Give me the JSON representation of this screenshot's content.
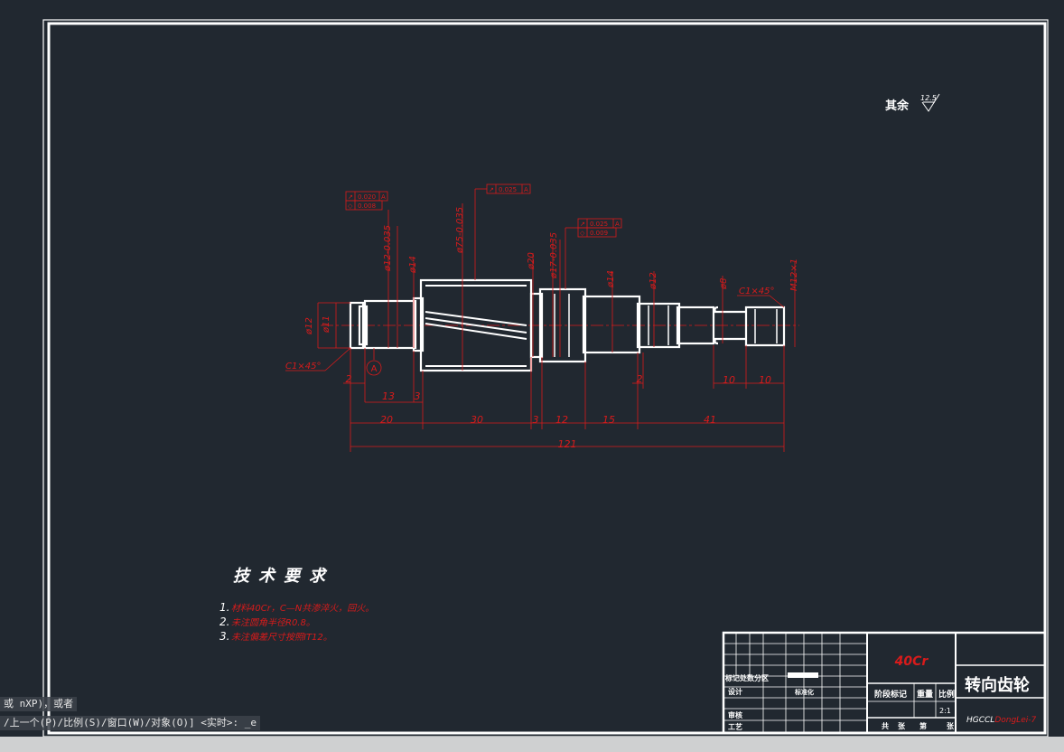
{
  "drawing": {
    "roughness_label": "其余",
    "roughness_value": "12.5",
    "tech_title": "技术要求",
    "notes": [
      {
        "num": "1.",
        "text": "材料40Cr，C—N共渗淬火，回火。"
      },
      {
        "num": "2.",
        "text": "未注圆角半径R0.8。"
      },
      {
        "num": "3.",
        "text": "未注偏差尺寸按照IT12。"
      }
    ],
    "datum_label": "A",
    "chamfer_left": "C1×45°",
    "chamfer_right": "C1×45°",
    "thread_label": "M12×1",
    "tolerance_frames": [
      {
        "sym": "↗",
        "tol": "0.020",
        "ref": "A"
      },
      {
        "sym": "◇",
        "tol": "0.008",
        "ref": ""
      },
      {
        "sym": "↗",
        "tol": "0.025",
        "ref": "A"
      },
      {
        "sym": "↗",
        "tol": "0.025",
        "ref": "A"
      },
      {
        "sym": "◇",
        "tol": "0.009",
        "ref": ""
      }
    ],
    "diameters": {
      "d12": "ø12",
      "d11": "ø11",
      "d12tol": "ø12-0.035",
      "d14": "ø14",
      "d75": "ø75-0.035",
      "d20": "ø20",
      "d17": "ø17-0.035",
      "d14b": "ø14",
      "d12b": "ø12",
      "d8": "ø8"
    },
    "dims": {
      "d2a": "2",
      "d13": "13",
      "d3a": "3",
      "d20": "20",
      "d30": "30",
      "d3b": "3",
      "d12": "12",
      "d15": "15",
      "d41": "41",
      "d121": "121",
      "d2b": "2",
      "d10a": "10",
      "d10b": "10"
    }
  },
  "title_block": {
    "part_name": "转向齿轮",
    "material": "40Cr",
    "drawing_no_prefix": "HGCCL",
    "drawing_no_name": "DongLei",
    "drawing_no_suffix": "-7",
    "scale_label": "比例",
    "weight_label": "重量",
    "stage_label": "阶段标记",
    "row_labels": {
      "sign": "标记处数分区",
      "design": "设计",
      "standard": "标准化",
      "check": "审核",
      "process": "工艺"
    },
    "sheet_labels": {
      "total": "共",
      "sheets": "张",
      "page": "第",
      "page_unit": "张"
    },
    "scale_value": "2:1"
  },
  "command_line": {
    "line1": "或 nXP)，或者",
    "line2": "/上一个(P)/比例(S)/窗口(W)/对象(O)] <实时>: _e"
  }
}
